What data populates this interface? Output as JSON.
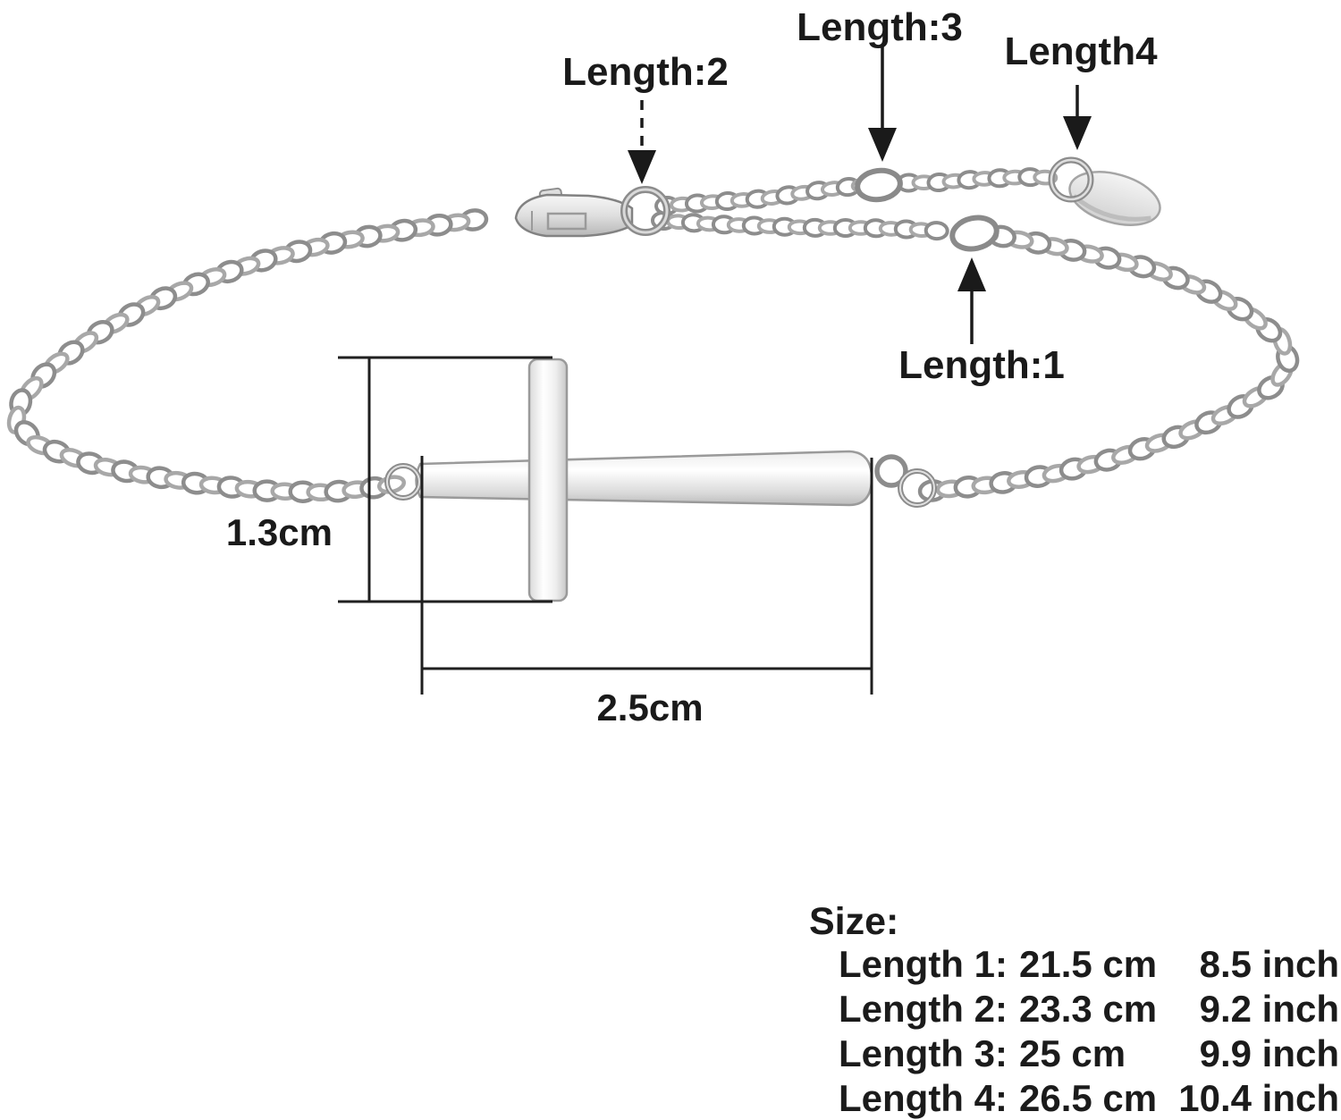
{
  "diagram": {
    "annotations": {
      "length1": "Length:1",
      "length2": "Length:2",
      "length3": "Length:3",
      "length4": "Length4"
    },
    "measurements": {
      "pendant_height": "1.3cm",
      "pendant_width": "2.5cm"
    },
    "size_table": {
      "title": "Size:",
      "rows": [
        {
          "label": "Length 1:",
          "cm": "21.5 cm",
          "inch": "8.5 inch"
        },
        {
          "label": "Length 2:",
          "cm": "23.3 cm",
          "inch": "9.2 inch"
        },
        {
          "label": "Length 3:",
          "cm": "25 cm",
          "inch": "9.9 inch"
        },
        {
          "label": "Length 4:",
          "cm": "26.5 cm",
          "inch": "10.4 inch"
        }
      ]
    },
    "colors": {
      "annotation_ink": "#1a1a1a",
      "silver_edge": "#8f8f8f",
      "silver_light": "#f4f4f4"
    }
  }
}
